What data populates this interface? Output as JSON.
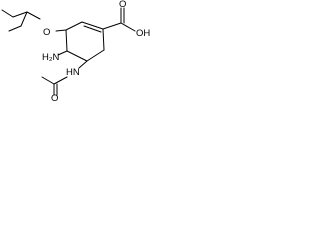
{
  "molecule": {
    "atoms": {
      "ring_oxygen_substituent": "O",
      "amine": "H₂N",
      "amide_nitrogen": "HN",
      "carboxyl_oxygen": "O",
      "hydroxyl": "OH",
      "acetyl_oxygen": "O"
    }
  }
}
